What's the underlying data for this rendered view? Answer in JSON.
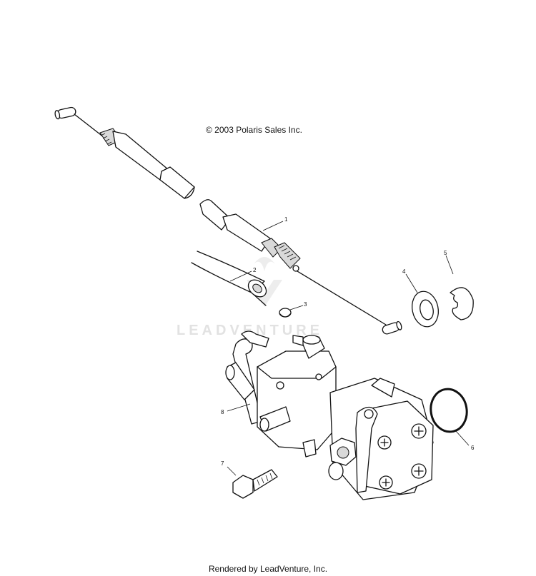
{
  "copyright": "© 2003 Polaris Sales Inc.",
  "footer": "Rendered by LeadVenture, Inc.",
  "watermark_text": "LEADVENTURE",
  "callouts": [
    "1",
    "2",
    "3",
    "4",
    "5",
    "6",
    "7",
    "8"
  ]
}
